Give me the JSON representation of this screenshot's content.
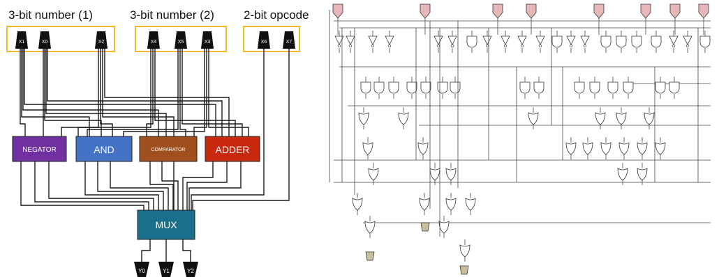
{
  "groups": [
    {
      "label": "3-bit number (1)"
    },
    {
      "label": "3-bit number (2)"
    },
    {
      "label": "2-bit opcode"
    }
  ],
  "inputs": [
    "X1",
    "X0",
    "X2",
    "X4",
    "X5",
    "X3",
    "X6",
    "X7"
  ],
  "blocks": [
    {
      "label": "NEGATOR",
      "color": "#7030a0"
    },
    {
      "label": "AND",
      "color": "#4472c4"
    },
    {
      "label": "COMPARATOR",
      "color": "#a0501e"
    },
    {
      "label": "ADDER",
      "color": "#c8290e"
    }
  ],
  "mux": {
    "label": "MUX",
    "color": "#1b6f8a"
  },
  "outputs": [
    "Y0",
    "Y1",
    "Y2"
  ],
  "colors": {
    "group_border": "#f2b92b",
    "input_pin": "#e7b7b9",
    "output_pin": "#c9bf9a"
  }
}
